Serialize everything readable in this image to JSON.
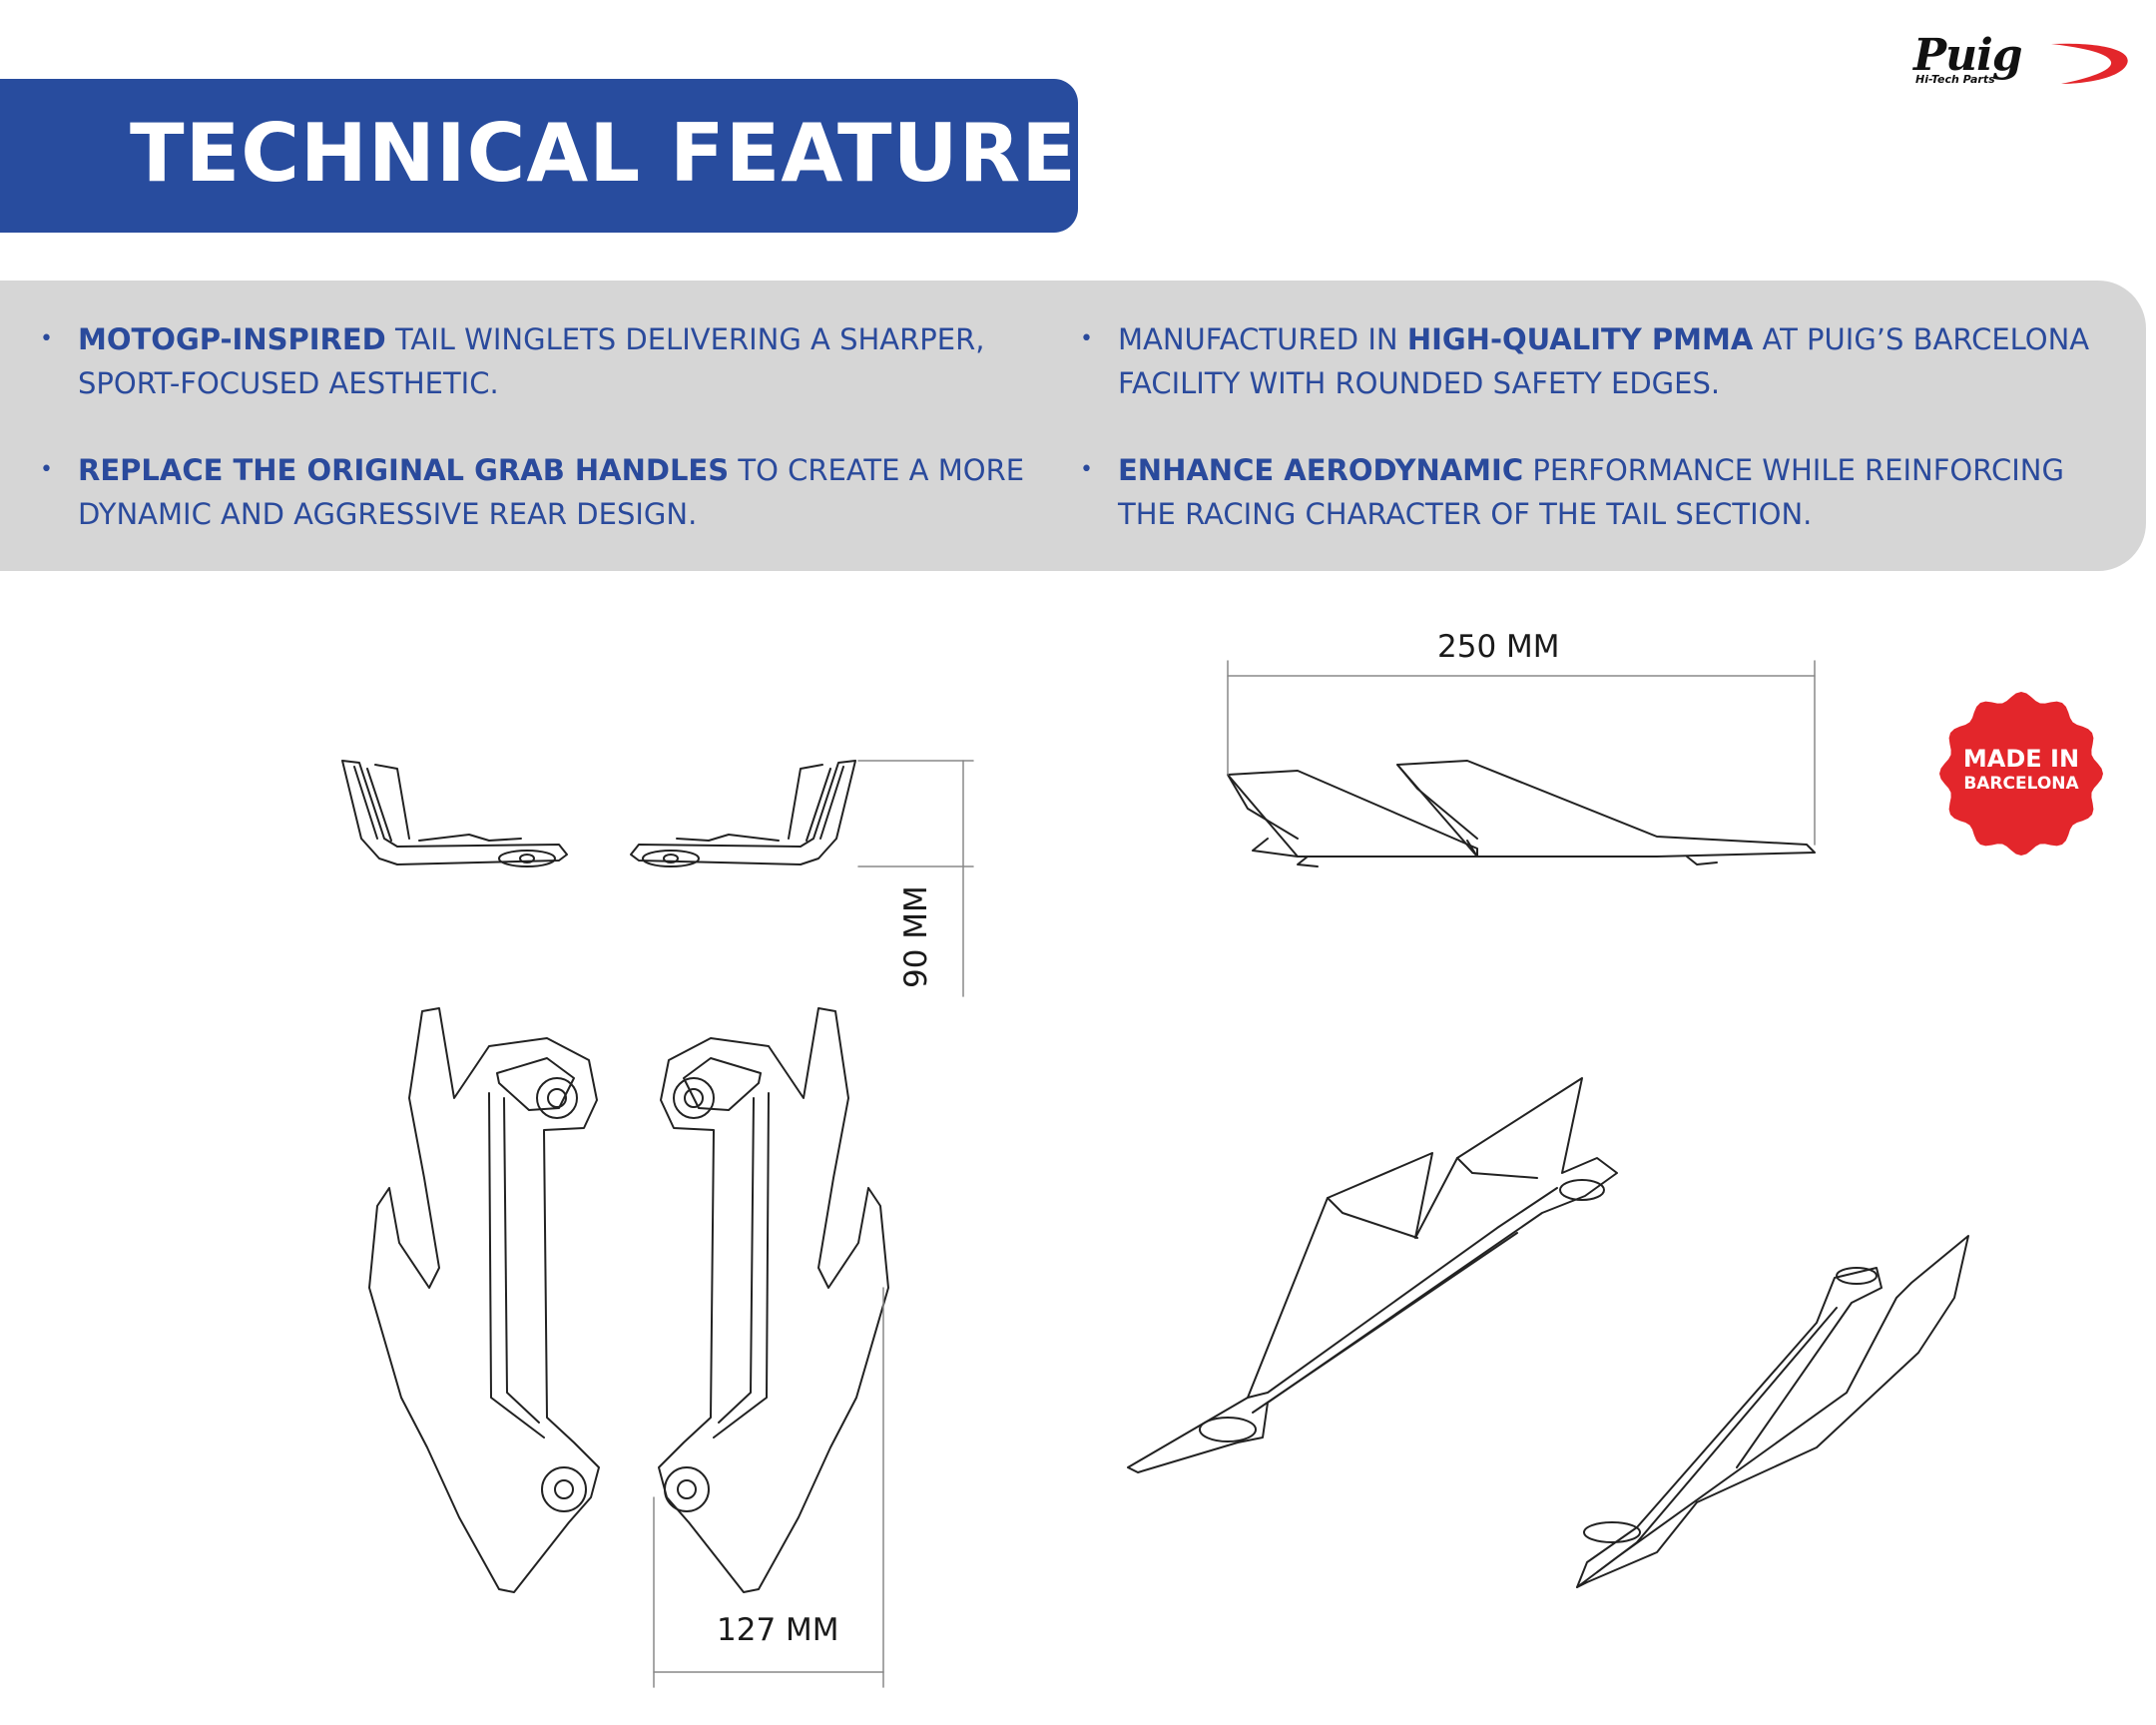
{
  "header": {
    "title": "TECHNICAL FEATURES",
    "brand_logo": "Puig",
    "brand_tagline": "Hi-Tech Parts"
  },
  "features": [
    {
      "bold": "MOTOGP-INSPIRED",
      "text": " TAIL WINGLETS DELIVERING A SHARPER, SPORT-FOCUSED AESTHETIC."
    },
    {
      "pre": "MANUFACTURED IN ",
      "bold": "HIGH-QUALITY PMMA",
      "text": " AT PUIG’S BARCELONA FACILITY WITH ROUNDED SAFETY EDGES."
    },
    {
      "bold": "REPLACE THE ORIGINAL GRAB HANDLES",
      "text": " TO CREATE A MORE DYNAMIC AND AGGRESSIVE REAR DESIGN."
    },
    {
      "bold": "ENHANCE AERODYNAMIC",
      "text": " PERFORMANCE WHILE REINFORCING THE RACING CHARACTER OF THE  TAIL SECTION."
    }
  ],
  "dimensions": {
    "width_label": "250 MM",
    "height_label": "90 MM",
    "depth_label": "127 MM"
  },
  "badge": {
    "line1": "MADE IN",
    "line2": "BARCELONA"
  },
  "colors": {
    "brand_blue": "#284c9e",
    "panel_gray": "#d6d6d6",
    "badge_red": "#e3262b"
  }
}
